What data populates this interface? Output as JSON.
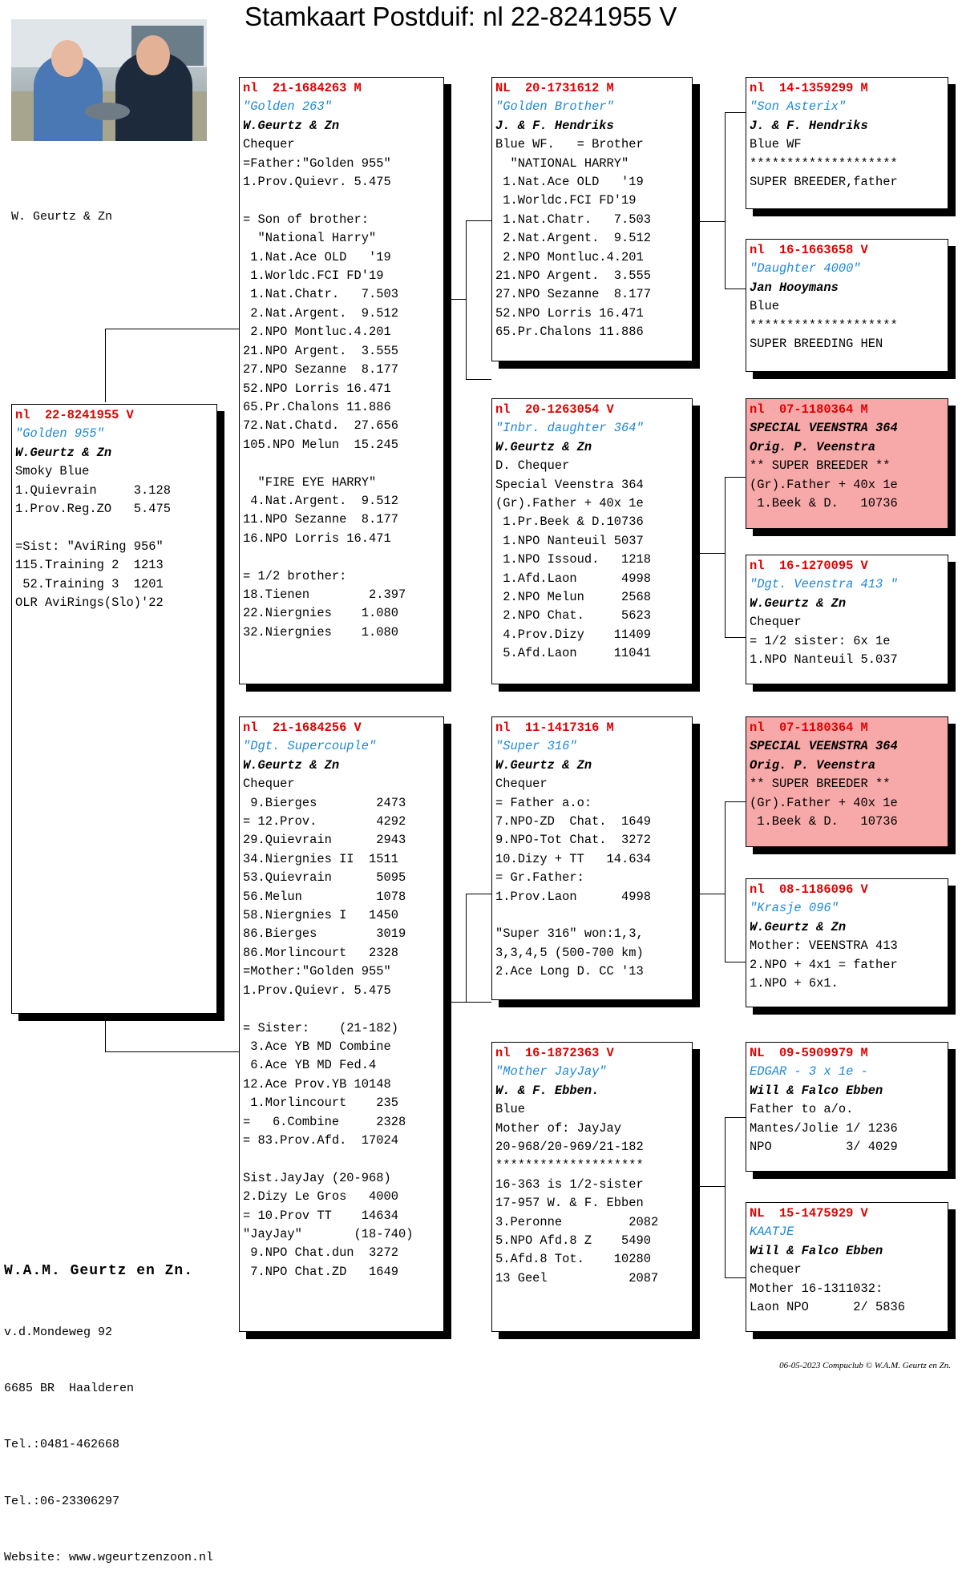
{
  "title": "Stamkaart Postduif: nl  22-8241955 V",
  "owner_left": "W. Geurtz & Zn",
  "footer": {
    "name": "W.A.M. Geurtz en Zn.",
    "lines": [
      "v.d.Mondeweg 92",
      "6685 BR  Haalderen",
      "Tel.:0481-462668",
      "Tel.:06-23306297",
      "Website: www.wgeurtzenzoon.nl"
    ]
  },
  "credit": "06-05-2023    Compuclub © W.A.M. Geurtz en Zn.",
  "cards": {
    "subject": {
      "ring": "nl  22-8241955 V",
      "name": "\"Golden 955\"",
      "breeder": "W.Geurtz & Zn",
      "lines": [
        "Smoky Blue",
        "1.Quievrain     3.128",
        "1.Prov.Reg.ZO   5.475",
        "",
        "=Sist: \"AviRing 956\"",
        "115.Training 2  1213",
        " 52.Training 3  1201",
        "OLR AviRings(Slo)'22"
      ]
    },
    "father": {
      "ring": "nl  21-1684263 M",
      "name": "\"Golden 263\"",
      "breeder": "W.Geurtz & Zn",
      "lines": [
        "Chequer",
        "=Father:\"Golden 955\"",
        "1.Prov.Quievr. 5.475",
        "",
        "= Son of brother:",
        "  \"National Harry\"",
        " 1.Nat.Ace OLD   '19",
        " 1.Worldc.FCI FD'19",
        " 1.Nat.Chatr.   7.503",
        " 2.Nat.Argent.  9.512",
        " 2.NPO Montluc.4.201",
        "21.NPO Argent.  3.555",
        "27.NPO Sezanne  8.177",
        "52.NPO Lorris 16.471",
        "65.Pr.Chalons 11.886",
        "72.Nat.Chatd.  27.656",
        "105.NPO Melun  15.245",
        "",
        "  \"FIRE EYE HARRY\"",
        " 4.Nat.Argent.  9.512",
        "11.NPO Sezanne  8.177",
        "16.NPO Lorris 16.471",
        "",
        "= 1/2 brother:",
        "18.Tienen        2.397",
        "22.Niergnies    1.080",
        "32.Niergnies    1.080"
      ]
    },
    "mother": {
      "ring": "nl  21-1684256 V",
      "name": "\"Dgt. Supercouple\"",
      "breeder": "W.Geurtz & Zn",
      "lines": [
        "Chequer",
        " 9.Bierges        2473",
        "= 12.Prov.        4292",
        "29.Quievrain      2943",
        "34.Niergnies II  1511",
        "53.Quievrain      5095",
        "56.Melun          1078",
        "58.Niergnies I   1450",
        "86.Bierges        3019",
        "86.Morlincourt   2328",
        "=Mother:\"Golden 955\"",
        "1.Prov.Quievr. 5.475",
        "",
        "= Sister:    (21-182)",
        " 3.Ace YB MD Combine",
        " 6.Ace YB MD Fed.4",
        "12.Ace Prov.YB 10148",
        " 1.Morlincourt    235",
        "=   6.Combine     2328",
        "= 83.Prov.Afd.  17024",
        "",
        "Sist.JayJay (20-968)",
        "2.Dizy Le Gros   4000",
        "= 10.Prov TT    14634",
        "\"JayJay\"       (18-740)",
        " 9.NPO Chat.dun  3272",
        " 7.NPO Chat.ZD   1649"
      ]
    },
    "ff": {
      "ring": "NL  20-1731612 M",
      "name": "\"Golden Brother\"",
      "breeder": "J. & F. Hendriks",
      "lines": [
        "Blue WF.   = Brother",
        "  \"NATIONAL HARRY\"",
        " 1.Nat.Ace OLD   '19",
        " 1.Worldc.FCI FD'19",
        " 1.Nat.Chatr.   7.503",
        " 2.Nat.Argent.  9.512",
        " 2.NPO Montluc.4.201",
        "21.NPO Argent.  3.555",
        "27.NPO Sezanne  8.177",
        "52.NPO Lorris 16.471",
        "65.Pr.Chalons 11.886"
      ]
    },
    "fm": {
      "ring": "nl  20-1263054 V",
      "name": "\"Inbr. daughter 364\"",
      "breeder": "W.Geurtz & Zn",
      "lines": [
        "D. Chequer",
        "Special Veenstra 364",
        "(Gr).Father + 40x 1e",
        " 1.Pr.Beek & D.10736",
        " 1.NPO Nanteuil 5037",
        " 1.NPO Issoud.   1218",
        " 1.Afd.Laon      4998",
        " 2.NPO Melun     2568",
        " 2.NPO Chat.     5623",
        " 4.Prov.Dizy    11409",
        " 5.Afd.Laon     11041"
      ]
    },
    "mf": {
      "ring": "nl  11-1417316 M",
      "name": "\"Super 316\"",
      "breeder": "W.Geurtz & Zn",
      "lines": [
        "Chequer",
        "= Father a.o:",
        "7.NPO-ZD  Chat.  1649",
        "9.NPO-Tot Chat.  3272",
        "10.Dizy + TT   14.634",
        "= Gr.Father:",
        "1.Prov.Laon      4998",
        "",
        "\"Super 316\" won:1,3,",
        "3,3,4,5 (500-700 km)",
        "2.Ace Long D. CC '13"
      ]
    },
    "mm": {
      "ring": "nl  16-1872363 V",
      "name": "\"Mother JayJay\"",
      "breeder": "W. & F. Ebben.",
      "lines": [
        "Blue",
        "Mother of: JayJay",
        "20-968/20-969/21-182",
        "********************",
        "16-363 is 1/2-sister",
        "17-957 W. & F. Ebben",
        "3.Peronne         2082",
        "5.NPO Afd.8 Z    5490",
        "5.Afd.8 Tot.    10280",
        "13 Geel           2087"
      ]
    },
    "fff": {
      "ring": "nl  14-1359299 M",
      "name": "\"Son Asterix\"",
      "breeder": "J. & F. Hendriks",
      "lines": [
        "Blue WF",
        "********************",
        "SUPER BREEDER,father"
      ]
    },
    "ffm": {
      "ring": "nl  16-1663658 V",
      "name": "\"Daughter 4000\"",
      "breeder": "Jan Hooymans",
      "lines": [
        "Blue",
        "********************",
        "SUPER BREEDING HEN"
      ]
    },
    "fmf": {
      "ring": "nl  07-1180364 M",
      "special": [
        "SPECIAL VEENSTRA 364",
        "Orig. P. Veenstra"
      ],
      "lines": [
        "** SUPER BREEDER **",
        "(Gr).Father + 40x 1e",
        " 1.Beek & D.   10736"
      ]
    },
    "fmm": {
      "ring": "nl  16-1270095 V",
      "name": "\"Dgt. Veenstra 413 \"",
      "breeder": "W.Geurtz & Zn",
      "lines": [
        "Chequer",
        "= 1/2 sister: 6x 1e",
        "1.NPO Nanteuil 5.037"
      ]
    },
    "mff": {
      "ring": "nl  07-1180364 M",
      "special": [
        "SPECIAL VEENSTRA 364",
        "Orig. P. Veenstra"
      ],
      "lines": [
        "** SUPER BREEDER **",
        "(Gr).Father + 40x 1e",
        " 1.Beek & D.   10736"
      ]
    },
    "mfm": {
      "ring": "nl  08-1186096 V",
      "name": "\"Krasje 096\"",
      "breeder": "W.Geurtz & Zn",
      "lines": [
        "Mother: VEENSTRA 413",
        "2.NPO + 4x1 = father",
        "1.NPO + 6x1."
      ]
    },
    "mmf": {
      "ring": "NL  09-5909979 M",
      "name": "EDGAR - 3 x 1e -",
      "breeder": "Will & Falco Ebben",
      "lines": [
        "Father to a/o.",
        "Mantes/Jolie 1/ 1236",
        "NPO          3/ 4029"
      ]
    },
    "mmm": {
      "ring": "NL  15-1475929 V",
      "name": "KAATJE",
      "breeder": "Will & Falco Ebben",
      "lines": [
        "chequer",
        "Mother 16-1311032:",
        "Laon NPO      2/ 5836"
      ]
    }
  }
}
